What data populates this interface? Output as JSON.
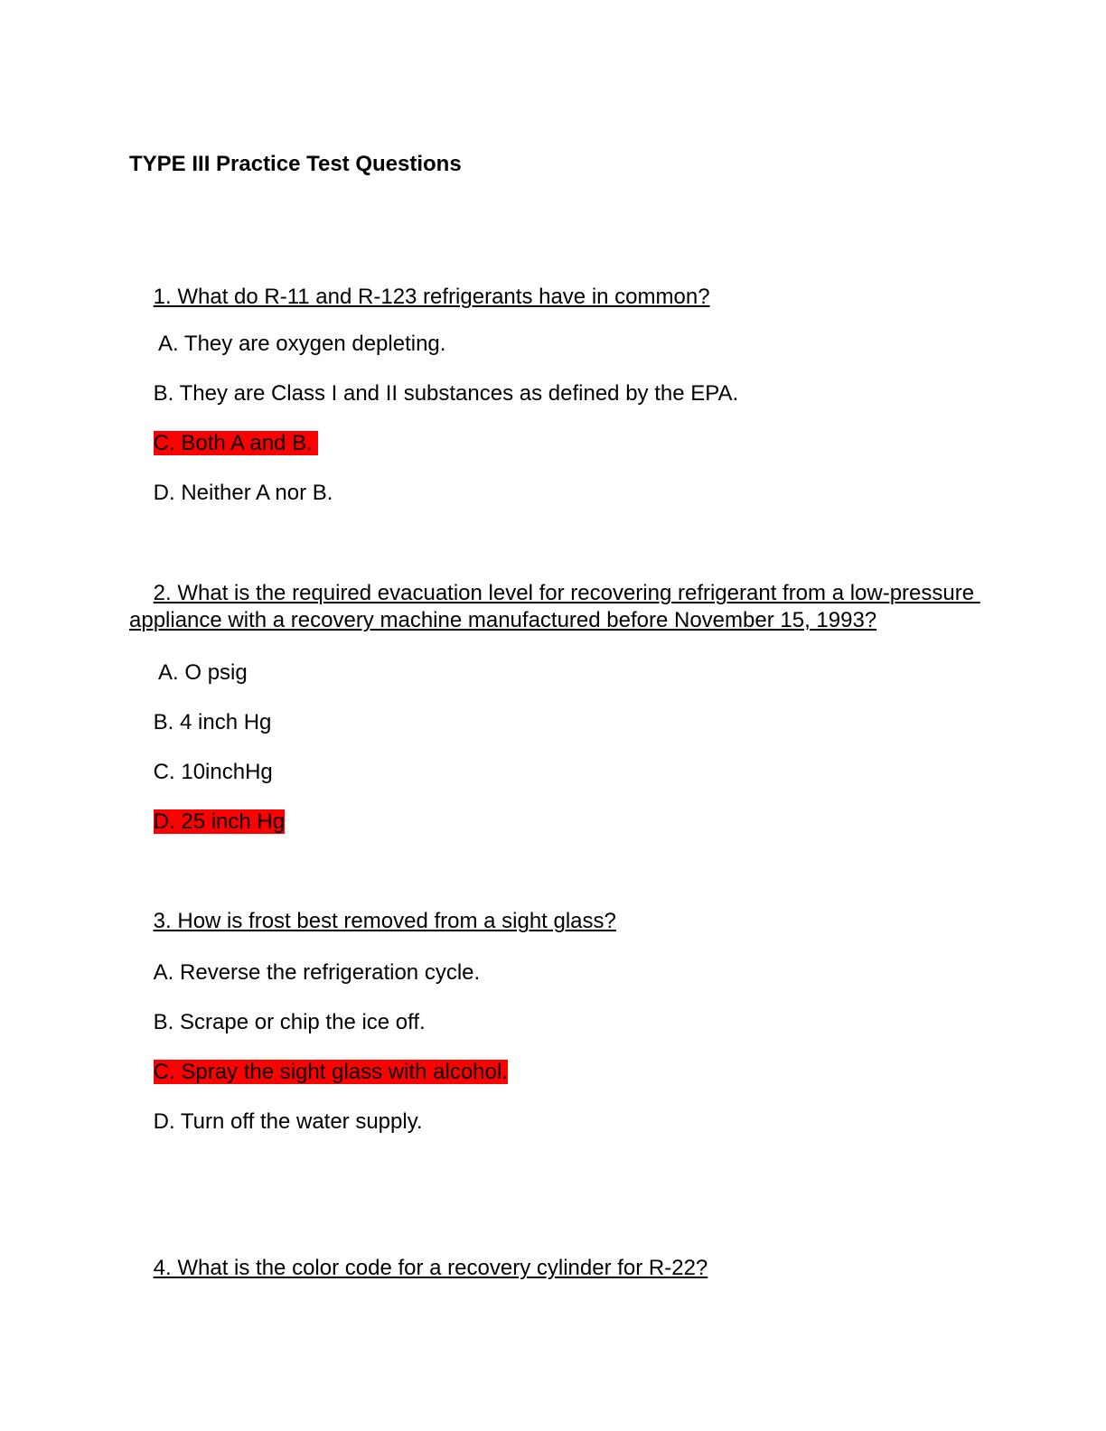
{
  "document": {
    "title": "TYPE III Practice Test Questions",
    "highlight_color": "#ff0000",
    "text_color": "#000000",
    "background_color": "#ffffff",
    "questions": [
      {
        "text": "1. What do R-11 and R-123 refrigerants have in common?",
        "options": [
          " A. They are oxygen depleting.",
          "B. They are Class I and II substances as defined by the EPA.",
          "C. Both A and B. ",
          "D. Neither A nor B."
        ],
        "highlighted_option": "C"
      },
      {
        "text": "2. What is the required evacuation level for recovering refrigerant from a low-pressure appliance with a recovery machine manufactured before November 15, 1993?",
        "options": [
          " A. O psig",
          "B. 4 inch Hg",
          "C. 10inchHg",
          "D. 25 inch Hg"
        ],
        "highlighted_option": "D"
      },
      {
        "text": "3. How is frost best removed from a sight glass?",
        "options": [
          "A. Reverse the refrigeration cycle.",
          "B. Scrape or chip the ice off.",
          "C. Spray the sight glass with alcohol.",
          "D. Turn off the water supply."
        ],
        "highlighted_option": "C"
      },
      {
        "text": "4. What is the color code for a recovery cylinder for R-22?",
        "options": [],
        "highlighted_option": null
      }
    ]
  }
}
